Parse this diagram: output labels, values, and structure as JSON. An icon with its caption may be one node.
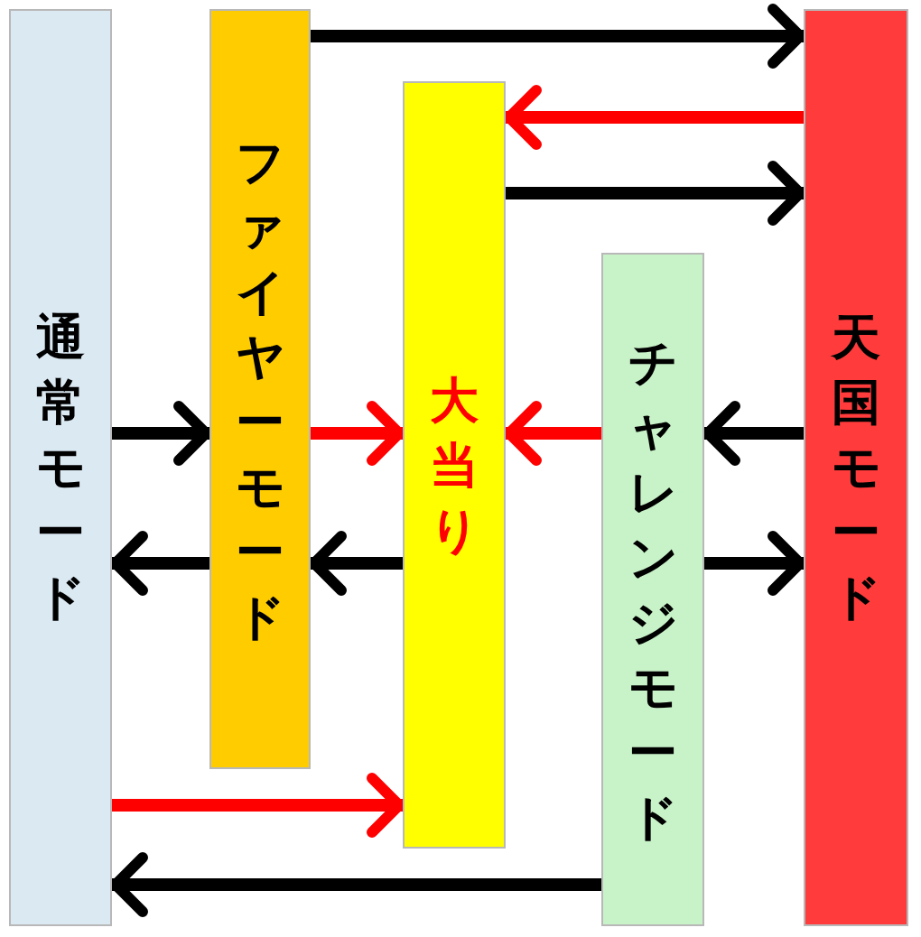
{
  "diagram": {
    "nodes": [
      {
        "text": [
          "通常モード"
        ]
      },
      {
        "text": [
          "ファイヤーモード"
        ]
      },
      {
        "text": [
          "大当り"
        ]
      },
      {
        "text": [
          "チャレンジモード"
        ]
      },
      {
        "text": [
          "天国モード"
        ]
      }
    ],
    "edges": [
      {
        "from": 1,
        "to": 4,
        "arrow": "to"
      },
      {
        "from": 4,
        "to": 2,
        "arrow": "to",
        "color": "#ff0000"
      },
      {
        "from": 2,
        "to": 4,
        "arrow": "to"
      },
      {
        "from": 0,
        "to": 1,
        "arrow": "to"
      },
      {
        "from": 1,
        "to": 2,
        "arrow": "to",
        "color": "#ff0000"
      },
      {
        "from": 3,
        "to": 2,
        "arrow": "to",
        "color": "#ff0000"
      },
      {
        "from": 4,
        "to": 3,
        "arrow": "to"
      },
      {
        "from": 1,
        "to": 0,
        "arrow": "to"
      },
      {
        "from": 2,
        "to": 1,
        "arrow": "to"
      },
      {
        "from": 3,
        "to": 4,
        "arrow": "to"
      },
      {
        "from": 0,
        "to": 2,
        "arrow": "to",
        "color": "#ff0000"
      },
      {
        "from": 3,
        "to": 0,
        "arrow": "to"
      }
    ]
  }
}
